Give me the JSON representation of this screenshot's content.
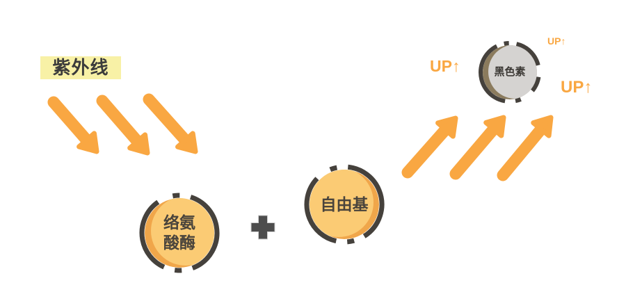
{
  "uv": {
    "label": "紫外线"
  },
  "nodes": {
    "tyrosinase": {
      "line1": "络氨",
      "line2": "酸酶"
    },
    "free_radical": {
      "label": "自由基"
    },
    "melanin": {
      "label": "黑色素"
    }
  },
  "up_indicators": {
    "left": "UP↑",
    "top_right": "UP↑",
    "bottom_right": "UP↑"
  },
  "icons": {
    "plus": "plus-icon",
    "uv_rays": "arrow-down-right-icon",
    "increase": "arrow-up-right-icon"
  },
  "colors": {
    "accent_orange": "#F9A742",
    "highlight_yellow": "#F8F1A6",
    "circle_fill_orange": "#FBCB74",
    "circle_shadow_orange": "#F0A64A",
    "ring_dark": "#45413C",
    "plus_gray": "#4D4D4D",
    "uv_text": "#3B3B3B",
    "circle_text": "#4A443C",
    "melanin_fill": "#D5D3D1",
    "melanin_shadow": "#8B7B5D",
    "melanin_text": "#3D3A36"
  }
}
